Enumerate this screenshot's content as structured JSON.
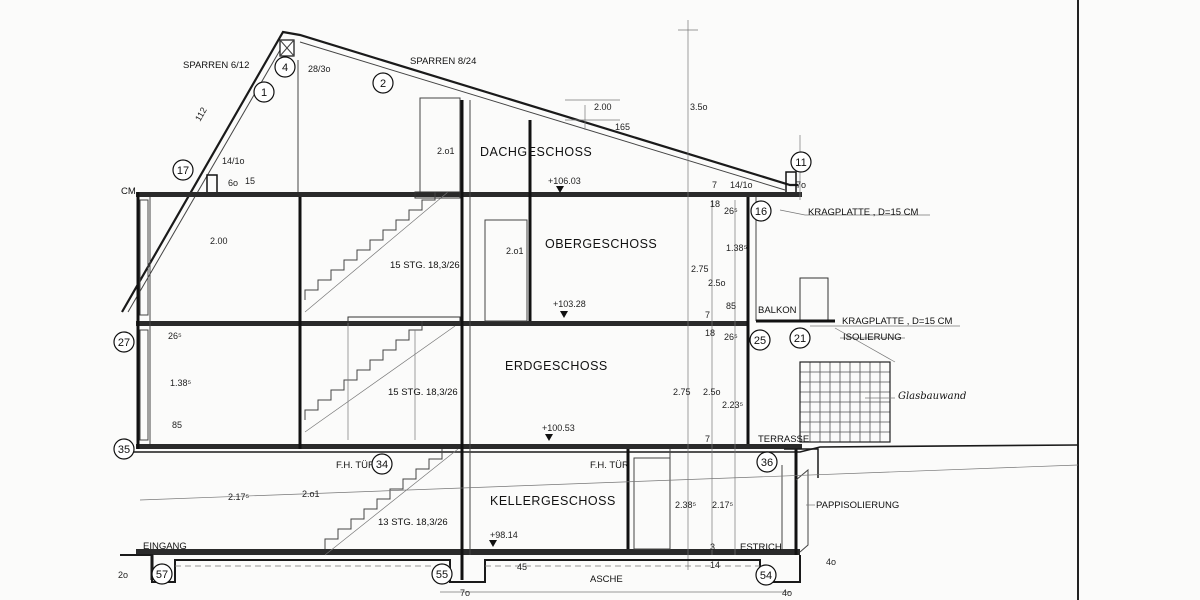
{
  "rooms": {
    "dachgeschoss": "DACHGESCHOSS",
    "obergeschoss": "OBERGESCHOSS",
    "erdgeschoss": "ERDGESCHOSS",
    "kellergeschoss": "KELLERGESCHOSS"
  },
  "labels": {
    "sparren_left": "SPARREN 6/12",
    "sparren_right": "SPARREN 8/24",
    "kragplatte_1": "KRAGPLATTE , D=15 CM",
    "kragplatte_2": "KRAGPLATTE , D=15 CM",
    "isolierung": "ISOLIERUNG",
    "balkon": "BALKON",
    "glasbauwand": "Glasbauwand",
    "terrasse": "TERRASSE",
    "pappisolierung": "PAPPISOLIERUNG",
    "estrich": "ESTRICH",
    "eingang": "EINGANG",
    "asche": "ASCHE",
    "fh_tur_1": "F.H. TÜR",
    "fh_tur_2": "F.H. TÜR",
    "cm": "CM"
  },
  "stairs": {
    "upper": "15 STG. 18,3/26",
    "middle": "15 STG. 18,3/26",
    "lower": "13 STG. 18,3/26"
  },
  "elevations": {
    "dach": "+106.03",
    "ober": "+103.28",
    "erd": "+100.53",
    "keller": "+98.14"
  },
  "circles": [
    "1",
    "2",
    "4",
    "11",
    "16",
    "17",
    "21",
    "25",
    "27",
    "34",
    "35",
    "36",
    "54",
    "55",
    "57"
  ],
  "dims": {
    "d_2oo_a": "2.00",
    "d_165": "165",
    "d_35o": "3.5o",
    "d_15": "15",
    "d_7o": "7o",
    "d_2o1_a": "2.o1",
    "d_2o1_b": "2.o1",
    "d_2o1_c": "2.o1",
    "d_2oo_b": "2.00",
    "d_275_a": "2.75",
    "d_275_b": "2.75",
    "d_25o_a": "2.5o",
    "d_25o_b": "2.5o",
    "d_1385_a": "1.38⁵",
    "d_1385_b": "1.38⁵",
    "d_2235": "2.23⁵",
    "d_2175_a": "2.17⁵",
    "d_2175_b": "2.17⁵",
    "d_2385": "2.38⁵",
    "d_85_a": "85",
    "d_85_b": "85",
    "d_265_a": "26⁵",
    "d_265_b": "26⁵",
    "d_28_3o": "28/3o",
    "d_14_1o_a": "14/1o",
    "d_14_1o_b": "14/1o",
    "d_6o": "6o",
    "d_112": "112",
    "d_18_a": "18",
    "d_18_b": "18",
    "d_7_a": "7",
    "d_7_b": "7",
    "d_7_c": "7",
    "d_3": "3",
    "d_14": "14",
    "d_45": "45",
    "d_4o_a": "4o",
    "d_4o_b": "4o",
    "d_7o_b": "7o",
    "d_2o": "2o"
  }
}
